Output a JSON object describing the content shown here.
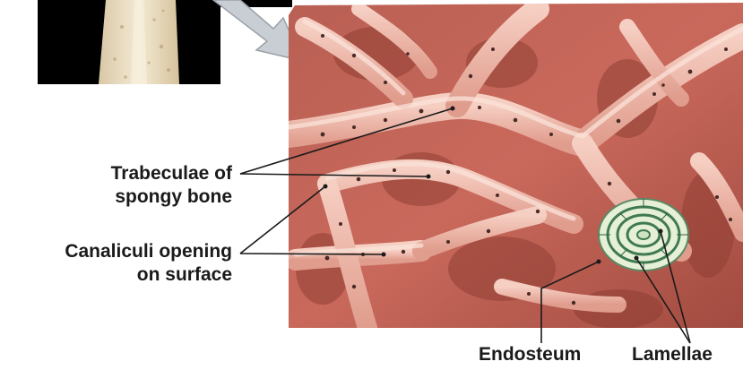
{
  "labels": {
    "trabeculae_line1": "Trabeculae of",
    "trabeculae_line2": "spongy bone",
    "canaliculi_line1": "Canaliculi opening",
    "canaliculi_line2": "on surface",
    "endosteum": "Endosteum",
    "lamellae": "Lamellae"
  },
  "colors": {
    "bone_base": "#c9695c",
    "bone_deep": "#9a4438",
    "trabecula": "#eaa898",
    "trabecula_highlight": "#f8d8cc",
    "inset_background": "#000000",
    "specimen": "#efe3c8",
    "arrow": "#c9ced4",
    "osteon": "#e6f0d6",
    "osteon_ring": "#3f7a52",
    "leader_line": "#1a1a1a"
  }
}
